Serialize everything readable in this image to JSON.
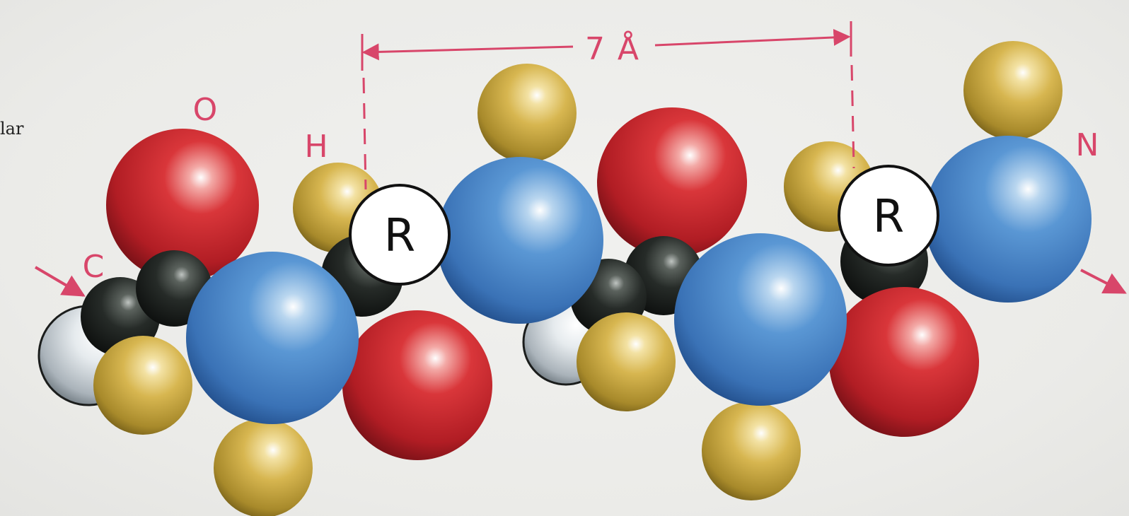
{
  "diagram": {
    "dimension_label": "7 Å",
    "side_text": "lar",
    "atom_labels": {
      "oxygen": "O",
      "hydrogen": "H",
      "carbon": "C",
      "nitrogen": "N"
    },
    "r_group_label": "R",
    "colors": {
      "annotation": "#d8466a",
      "oxygen": "#c8252d",
      "nitrogen": "#4a86c8",
      "hydrogen": "#d4b24a",
      "carbon": "#1e221f",
      "white_atom": "#e6ebee",
      "r_group_circle": "#ffffff"
    }
  }
}
